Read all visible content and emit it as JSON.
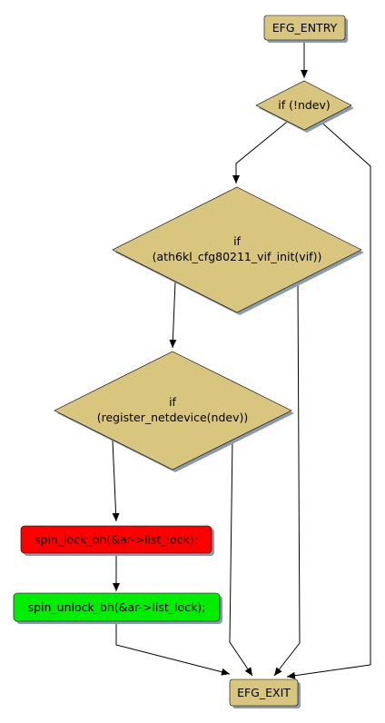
{
  "nodes": {
    "entry": {
      "label": "EFG_ENTRY",
      "fill": "#d8c57e"
    },
    "cond_ndev": {
      "label": "if (!ndev)",
      "fill": "#d8c57e"
    },
    "cond_vif_init": {
      "line1": "if",
      "line2": "(ath6kl_cfg80211_vif_init(vif))",
      "fill": "#d8c57e"
    },
    "cond_register": {
      "line1": "if",
      "line2": "(register_netdevice(ndev))",
      "fill": "#d8c57e"
    },
    "spin_lock": {
      "label": "spin_lock_bh(&ar->list_lock);",
      "fill": "#ff0000"
    },
    "spin_unlock": {
      "label": "spin_unlock_bh(&ar->list_lock);",
      "fill": "#00ee00"
    },
    "exit": {
      "label": "EFG_EXIT",
      "fill": "#d8c57e"
    }
  },
  "edges": [
    {
      "from": "entry",
      "to": "cond_ndev"
    },
    {
      "from": "cond_ndev",
      "to": "cond_vif_init"
    },
    {
      "from": "cond_ndev",
      "to": "exit"
    },
    {
      "from": "cond_vif_init",
      "to": "cond_register"
    },
    {
      "from": "cond_vif_init",
      "to": "exit"
    },
    {
      "from": "cond_register",
      "to": "spin_lock"
    },
    {
      "from": "cond_register",
      "to": "exit"
    },
    {
      "from": "spin_lock",
      "to": "spin_unlock"
    },
    {
      "from": "spin_unlock",
      "to": "exit"
    }
  ],
  "colors": {
    "shadow": "#8a9bb0",
    "stroke": "#000000"
  }
}
